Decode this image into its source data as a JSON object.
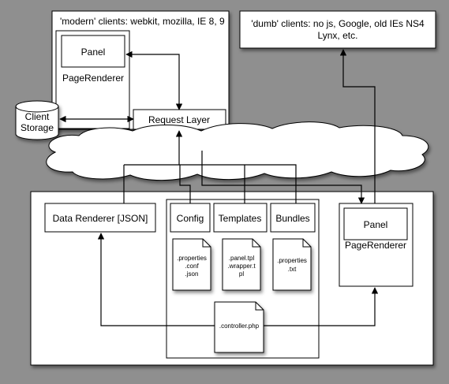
{
  "modern": {
    "title": "'modern' clients: webkit, mozilla, IE 8, 9",
    "panel": "Panel",
    "renderer": "PageRenderer",
    "request_layer": "Request Layer"
  },
  "storage": {
    "line1": "Client",
    "line2": "Storage"
  },
  "dumb": {
    "line1": "'dumb' clients: no js, Google, old IEs NS4",
    "line2": "Lynx, etc."
  },
  "server": {
    "data_renderer": "Data Renderer [JSON]",
    "config": {
      "label": "Config",
      "files": [
        ".properties",
        ".conf",
        ".json"
      ]
    },
    "templates": {
      "label": "Templates",
      "files": [
        ".panel.tpl",
        ".wrapper.t",
        "pl"
      ]
    },
    "bundles": {
      "label": "Bundles",
      "files": [
        ".properties",
        ".txt"
      ]
    },
    "controller": ".controller.php",
    "panel": "Panel",
    "renderer": "PageRenderer"
  },
  "colors": {
    "background": "#8f8f8f",
    "box_fill": "#ffffff",
    "stroke": "#000000"
  }
}
